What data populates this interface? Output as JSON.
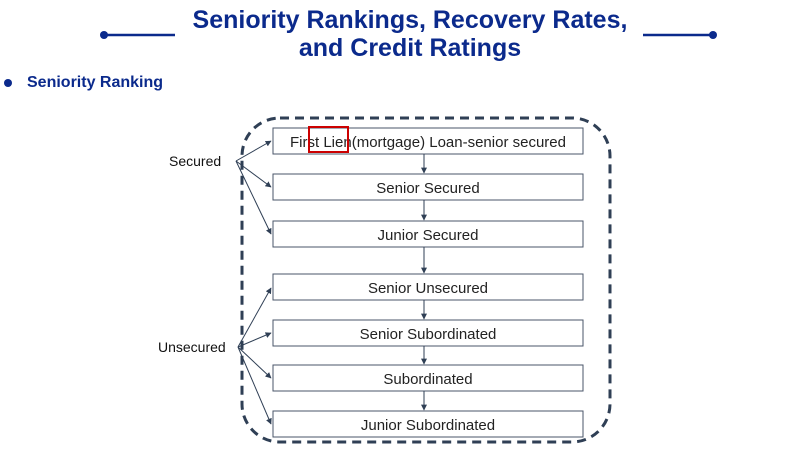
{
  "title": {
    "line1": "Seniority Rankings, Recovery Rates,",
    "line2": "and Credit Ratings"
  },
  "section": {
    "bullet": "Seniority Ranking"
  },
  "diagram": {
    "rankings": [
      "First Lien(mortgage) Loan-senior secured",
      "Senior Secured",
      "Junior Secured",
      "Senior Unsecured",
      "Senior Subordinated",
      "Subordinated",
      "Junior Subordinated"
    ],
    "groups": {
      "secured": "Secured",
      "unsecured": "Unsecured"
    },
    "colors": {
      "title": "#0b2a8c",
      "connector": "#2f3f55",
      "highlight": "#cc0000"
    }
  }
}
